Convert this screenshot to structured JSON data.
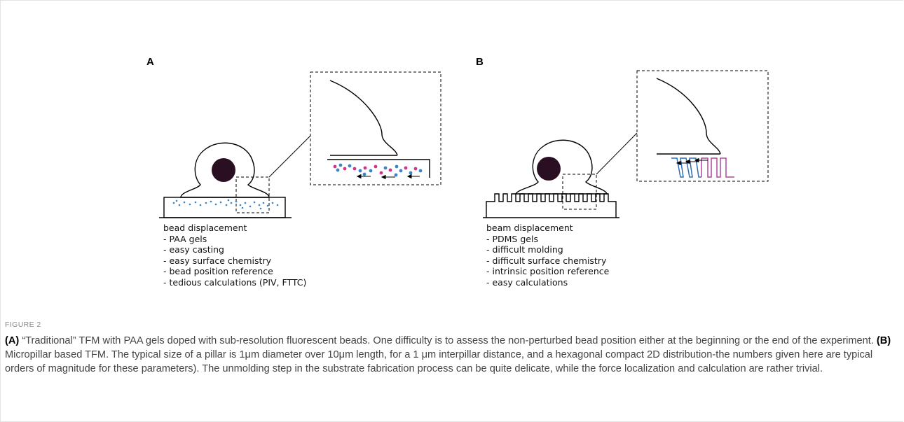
{
  "panel_a": {
    "letter": "A",
    "notes": [
      "bead displacement",
      "- PAA gels",
      "- easy casting",
      "- easy surface chemistry",
      "- bead position reference",
      "- tedious calculations (PIV, FTTC)"
    ]
  },
  "panel_b": {
    "letter": "B",
    "notes": [
      "beam displacement",
      "- PDMS gels",
      "- difficult molding",
      "- difficult surface chemistry",
      "- intrinsic position reference",
      "- easy calculations"
    ]
  },
  "figure_label": "FIGURE 2",
  "caption": {
    "a_label": "(A)",
    "a_text": " “Traditional” TFM with PAA gels doped with sub-resolution fluorescent beads. One difficulty is to assess the non-perturbed bead position either at the beginning or the end of the experiment. ",
    "b_label": "(B)",
    "b_text": " Micropillar based TFM. The typical size of a pillar is 1μm diameter over 10μm length, for a 1 μm interpillar distance, and a hexagonal compact 2D distribution-the numbers given here are typical orders of magnitude for these parameters). The unmolding step in the substrate fabrication process can be quite delicate, while the force localization and calculation are rather trivial."
  },
  "colors": {
    "bead_blue": "#3a86c8",
    "bead_pink": "#d0348f",
    "nucleus": "#2a0f22",
    "pillar_blue": "#2e6fb3",
    "pillar_pink": "#b0479b"
  }
}
